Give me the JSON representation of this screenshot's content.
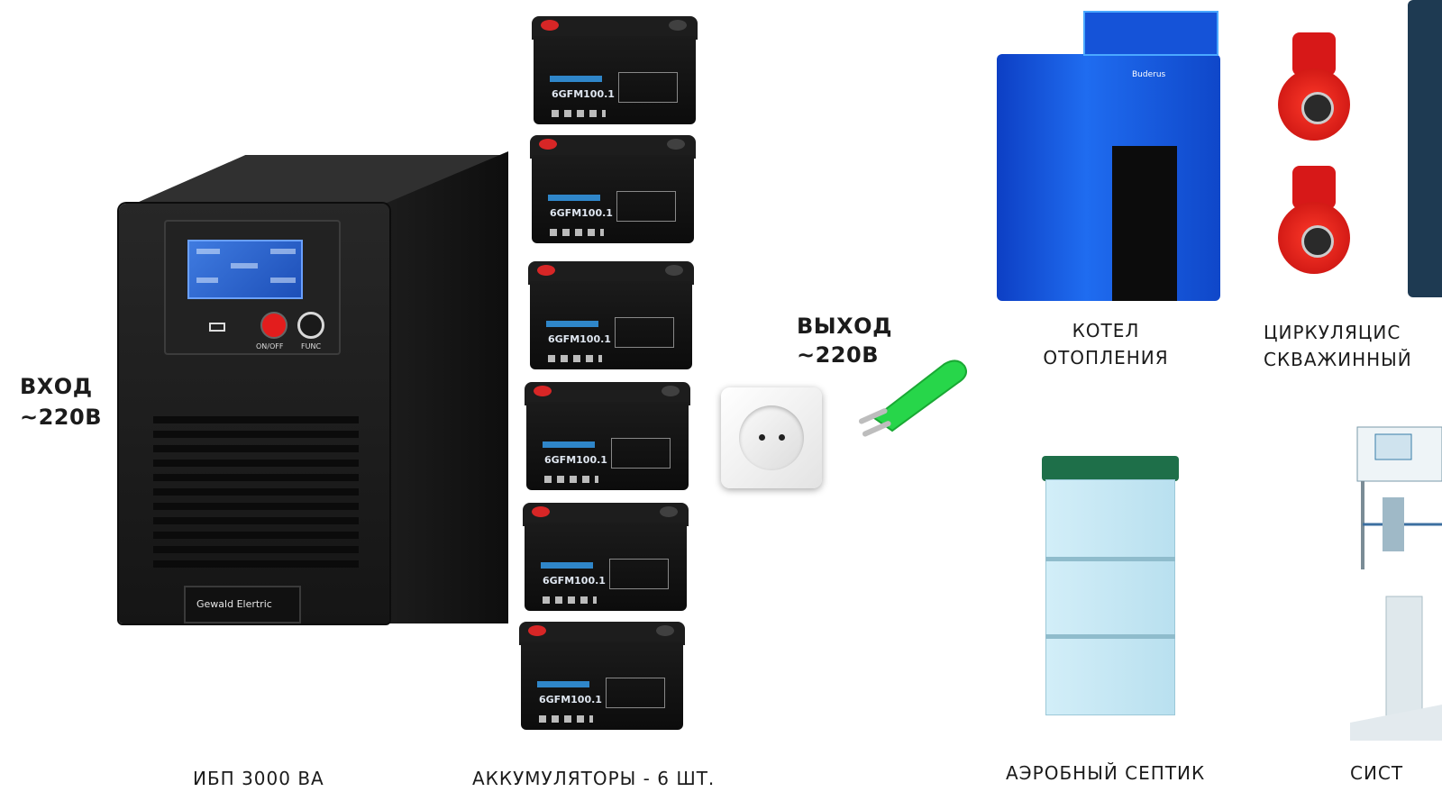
{
  "labels": {
    "input": [
      "ВХОД",
      "~220В"
    ],
    "output": [
      "ВЫХОД",
      "~220В"
    ],
    "ups": "ИБП 3000 ВА",
    "batteries": "АККУМУЛЯТОРЫ - 6 ШТ.",
    "boiler": [
      "КОТЕЛ",
      "ОТОПЛЕНИЯ"
    ],
    "pumps": [
      "ЦИРКУЛЯЦИС",
      "СКВАЖИННЫЙ"
    ],
    "septic": "АЭРОБНЫЙ СЕПТИК",
    "system": "СИСТ"
  },
  "ups_device": {
    "brand": "Gewald Elertric",
    "on_off": "ON/OFF",
    "func": "FUNC"
  },
  "battery": {
    "model": "6GFM100.1",
    "count": 6
  },
  "boiler_device": {
    "brand": "Buderus"
  },
  "colors": {
    "plug": "#27d64a",
    "boiler": "#1f6cf0",
    "pump": "#e01e1e",
    "septic_lid": "#1e6f49",
    "power_button": "#e31d1d"
  }
}
